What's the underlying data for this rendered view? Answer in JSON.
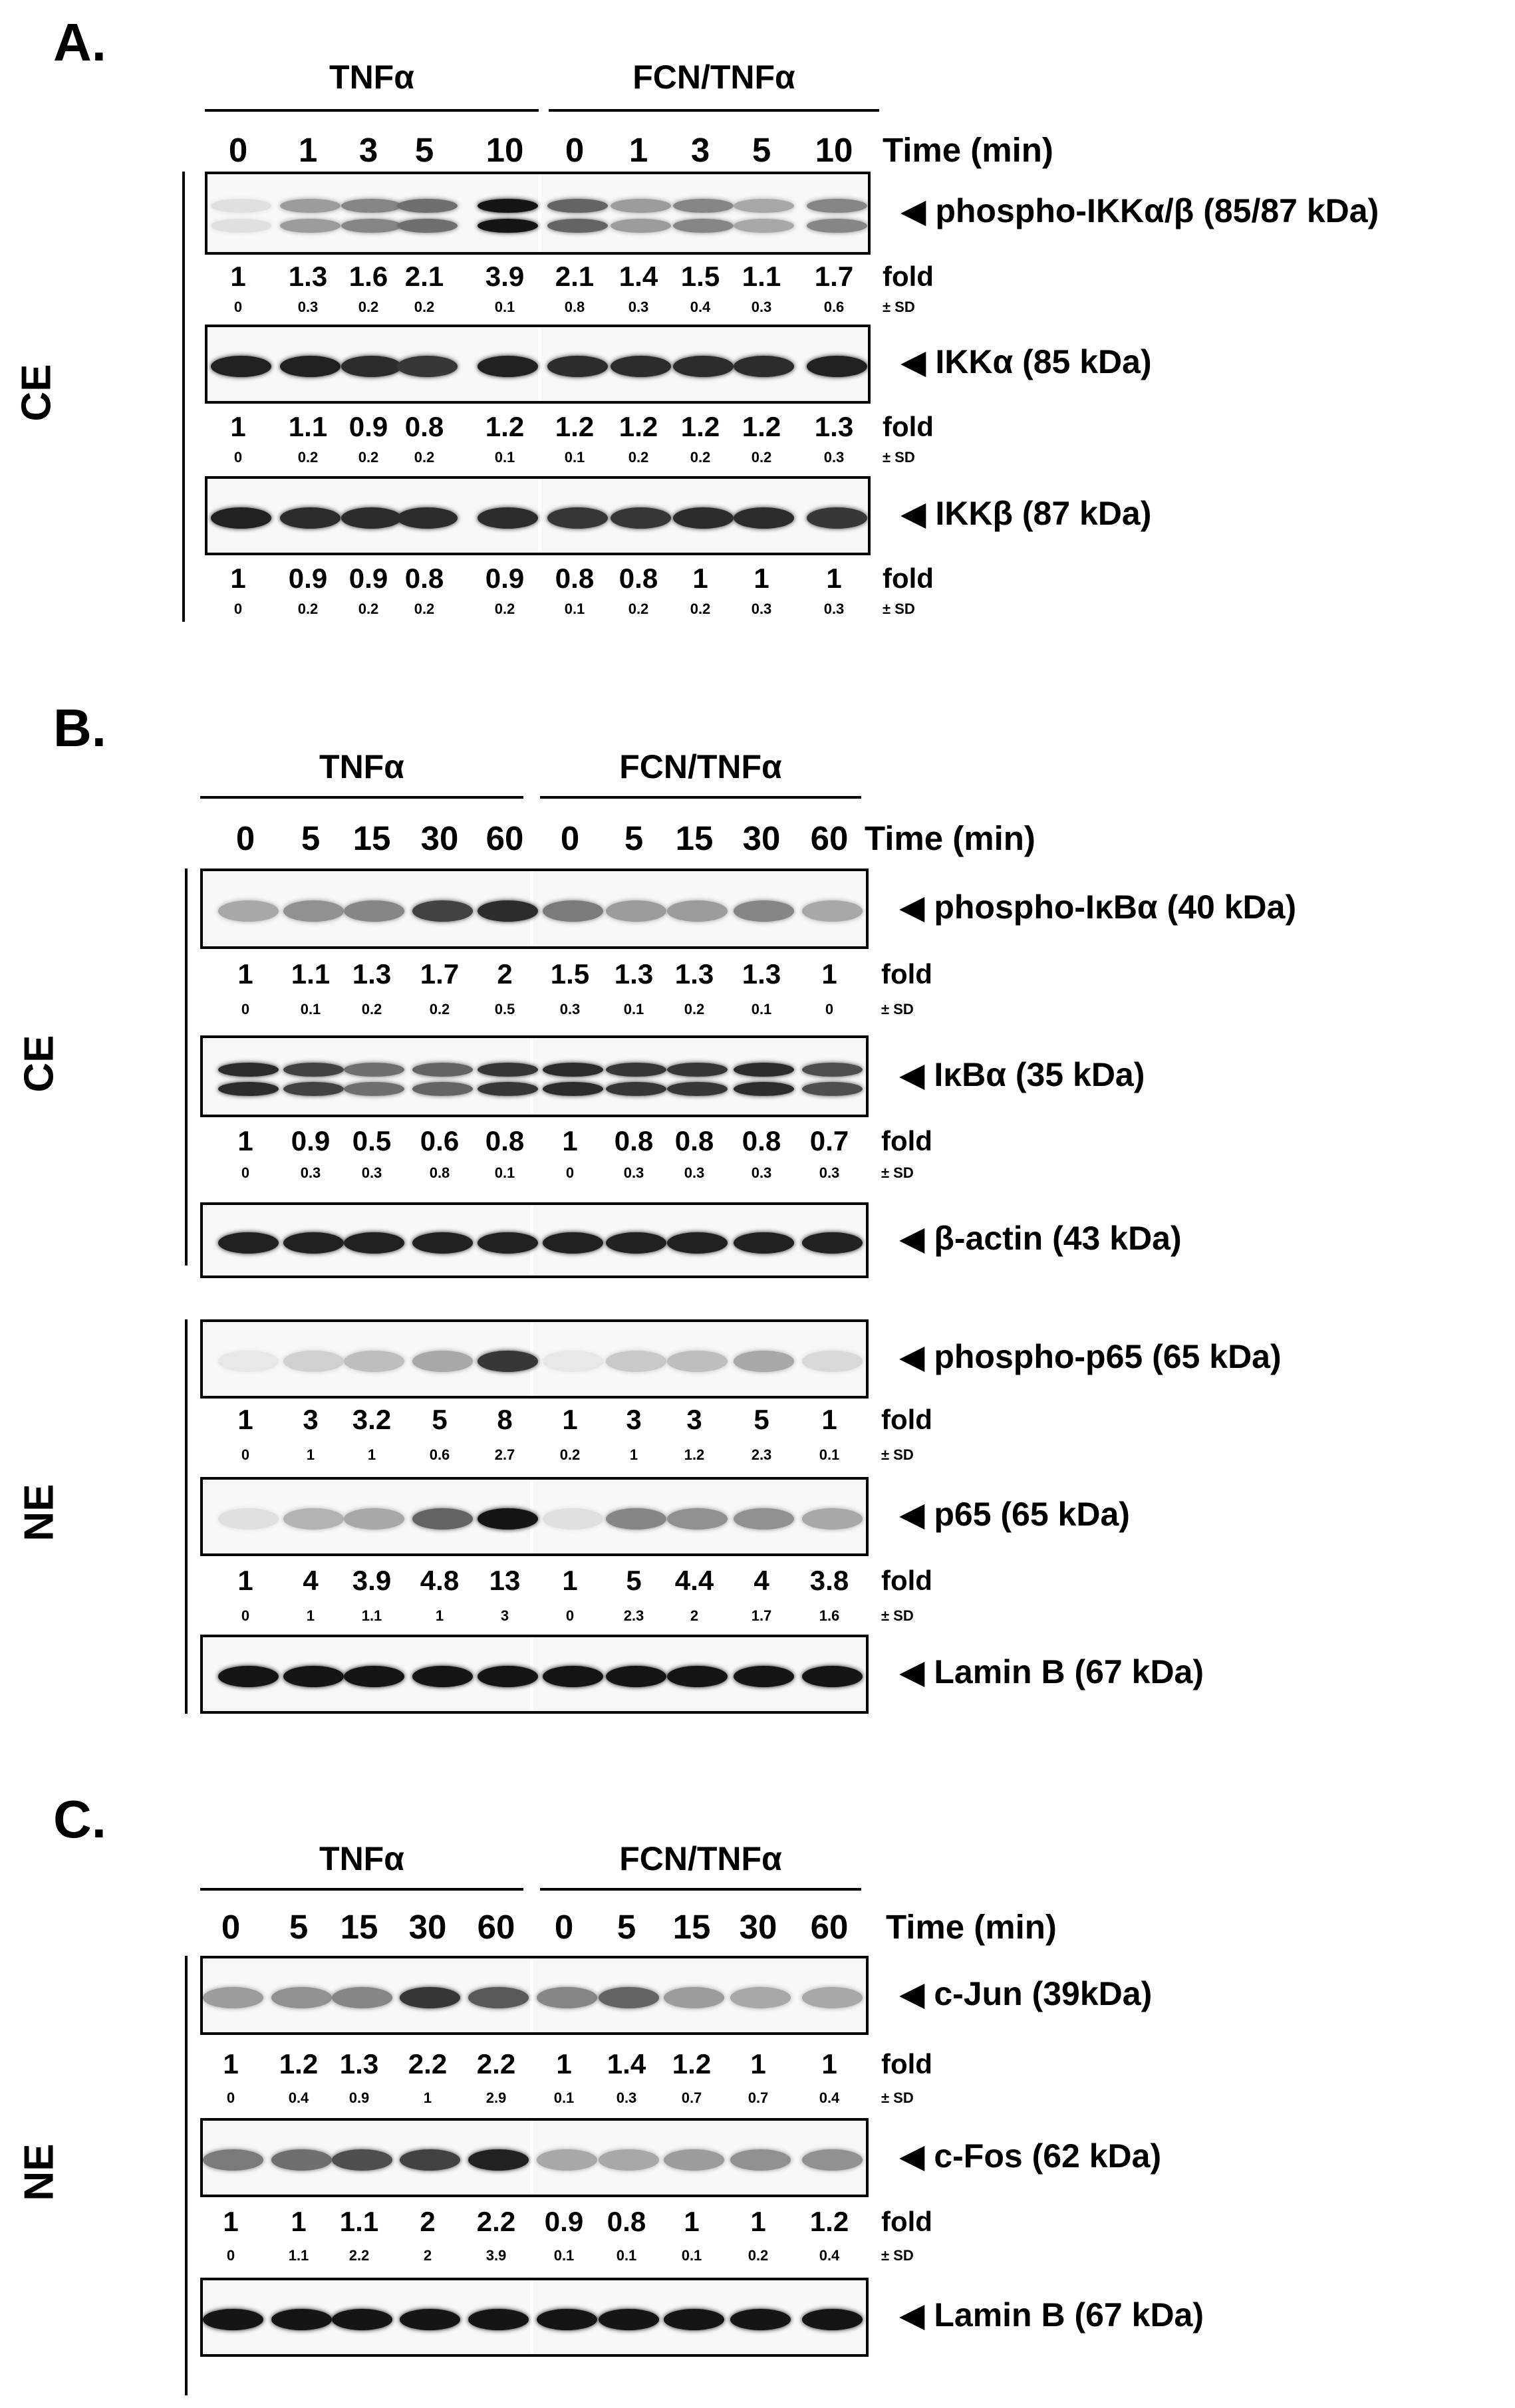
{
  "panels": [
    {
      "letter": "A.",
      "groups": [
        "TNFα",
        "FCN/TNFα"
      ],
      "times": [
        "0",
        "1",
        "3",
        "5",
        "10",
        "0",
        "1",
        "3",
        "5",
        "10"
      ],
      "time_label": "Time (min)",
      "section": "CE",
      "blots": [
        {
          "label": "◀ phospho-IKKα/β (85/87 kDa)",
          "intensity": [
            0.05,
            0.35,
            0.45,
            0.55,
            0.95,
            0.6,
            0.35,
            0.45,
            0.3,
            0.45
          ],
          "fold": [
            "1",
            "1.3",
            "1.6",
            "2.1",
            "3.9",
            "2.1",
            "1.4",
            "1.5",
            "1.1",
            "1.7"
          ],
          "sd": [
            "0",
            "0.3",
            "0.2",
            "0.2",
            "0.1",
            "0.8",
            "0.3",
            "0.4",
            "0.3",
            "0.6"
          ]
        },
        {
          "label": "◀ IKKα (85 kDa)",
          "intensity": [
            0.9,
            0.9,
            0.85,
            0.8,
            0.9,
            0.85,
            0.85,
            0.85,
            0.85,
            0.9
          ],
          "fold": [
            "1",
            "1.1",
            "0.9",
            "0.8",
            "1.2",
            "1.2",
            "1.2",
            "1.2",
            "1.2",
            "1.3"
          ],
          "sd": [
            "0",
            "0.2",
            "0.2",
            "0.2",
            "0.1",
            "0.1",
            "0.2",
            "0.2",
            "0.2",
            "0.3"
          ]
        },
        {
          "label": "◀ IKKβ (87 kDa)",
          "intensity": [
            0.9,
            0.85,
            0.85,
            0.85,
            0.85,
            0.8,
            0.8,
            0.85,
            0.85,
            0.8
          ],
          "fold": [
            "1",
            "0.9",
            "0.9",
            "0.8",
            "0.9",
            "0.8",
            "0.8",
            "1",
            "1",
            "1"
          ],
          "sd": [
            "0",
            "0.2",
            "0.2",
            "0.2",
            "0.2",
            "0.1",
            "0.2",
            "0.2",
            "0.3",
            "0.3"
          ]
        }
      ],
      "fold_label": "fold",
      "sd_label": "± SD"
    },
    {
      "letter": "B.",
      "groups": [
        "TNFα",
        "FCN/TNFα"
      ],
      "times": [
        "0",
        "5",
        "15",
        "30",
        "60",
        "0",
        "5",
        "15",
        "30",
        "60"
      ],
      "time_label": "Time (min)",
      "sections": [
        "CE",
        "NE"
      ],
      "blots": [
        {
          "label": "◀ phospho-IκBα (40 kDa)",
          "intensity": [
            0.3,
            0.4,
            0.45,
            0.75,
            0.85,
            0.5,
            0.35,
            0.35,
            0.45,
            0.3
          ],
          "fold": [
            "1",
            "1.1",
            "1.3",
            "1.7",
            "2",
            "1.5",
            "1.3",
            "1.3",
            "1.3",
            "1"
          ],
          "sd": [
            "0",
            "0.1",
            "0.2",
            "0.2",
            "0.5",
            "0.3",
            "0.1",
            "0.2",
            "0.1",
            "0"
          ]
        },
        {
          "label": "◀ IκBα (35 kDa)",
          "intensity": [
            0.85,
            0.75,
            0.55,
            0.6,
            0.8,
            0.85,
            0.8,
            0.8,
            0.85,
            0.7
          ],
          "fold": [
            "1",
            "0.9",
            "0.5",
            "0.6",
            "0.8",
            "1",
            "0.8",
            "0.8",
            "0.8",
            "0.7"
          ],
          "sd": [
            "0",
            "0.3",
            "0.3",
            "0.8",
            "0.1",
            "0",
            "0.3",
            "0.3",
            "0.3",
            "0.3"
          ]
        },
        {
          "label": "◀ β-actin (43 kDa)",
          "intensity": [
            0.9,
            0.9,
            0.9,
            0.9,
            0.9,
            0.9,
            0.9,
            0.9,
            0.9,
            0.9
          ],
          "fold": [],
          "sd": []
        },
        {
          "label": "◀ phospho-p65 (65 kDa)",
          "intensity": [
            0.02,
            0.12,
            0.2,
            0.3,
            0.8,
            0.02,
            0.15,
            0.2,
            0.3,
            0.08
          ],
          "fold": [
            "1",
            "3",
            "3.2",
            "5",
            "8",
            "1",
            "3",
            "3",
            "5",
            "1"
          ],
          "sd": [
            "0",
            "1",
            "1",
            "0.6",
            "2.7",
            "0.2",
            "1",
            "1.2",
            "2.3",
            "0.1"
          ]
        },
        {
          "label": "◀ p65 (65 kDa)",
          "intensity": [
            0.05,
            0.25,
            0.3,
            0.6,
            0.95,
            0.05,
            0.45,
            0.4,
            0.4,
            0.3
          ],
          "fold": [
            "1",
            "4",
            "3.9",
            "4.8",
            "13",
            "1",
            "5",
            "4.4",
            "4",
            "3.8"
          ],
          "sd": [
            "0",
            "1",
            "1.1",
            "1",
            "3",
            "0",
            "2.3",
            "2",
            "1.7",
            "1.6"
          ]
        },
        {
          "label": "◀ Lamin B (67 kDa)",
          "intensity": [
            0.95,
            0.95,
            0.95,
            0.95,
            0.95,
            0.95,
            0.95,
            0.95,
            0.95,
            0.95
          ],
          "fold": [],
          "sd": []
        }
      ],
      "fold_label": "fold",
      "sd_label": "± SD"
    },
    {
      "letter": "C.",
      "groups": [
        "TNFα",
        "FCN/TNFα"
      ],
      "times": [
        "0",
        "5",
        "15",
        "30",
        "60",
        "0",
        "5",
        "15",
        "30",
        "60"
      ],
      "time_label": "Time (min)",
      "section": "NE",
      "blots": [
        {
          "label": "◀ c-Jun (39kDa)",
          "intensity": [
            0.35,
            0.4,
            0.45,
            0.8,
            0.65,
            0.45,
            0.6,
            0.35,
            0.3,
            0.3
          ],
          "fold": [
            "1",
            "1.2",
            "1.3",
            "2.2",
            "2.2",
            "1",
            "1.4",
            "1.2",
            "1",
            "1"
          ],
          "sd": [
            "0",
            "0.4",
            "0.9",
            "1",
            "2.9",
            "0.1",
            "0.3",
            "0.7",
            "0.7",
            "0.4"
          ]
        },
        {
          "label": "◀ c-Fos (62 kDa)",
          "intensity": [
            0.5,
            0.55,
            0.7,
            0.75,
            0.9,
            0.3,
            0.3,
            0.35,
            0.4,
            0.4
          ],
          "fold": [
            "1",
            "1",
            "1.1",
            "2",
            "2.2",
            "0.9",
            "0.8",
            "1",
            "1",
            "1.2"
          ],
          "sd": [
            "0",
            "1.1",
            "2.2",
            "2",
            "3.9",
            "0.1",
            "0.1",
            "0.1",
            "0.2",
            "0.4"
          ]
        },
        {
          "label": "◀ Lamin B (67 kDa)",
          "intensity": [
            0.95,
            0.95,
            0.95,
            0.95,
            0.95,
            0.95,
            0.95,
            0.95,
            0.95,
            0.95
          ],
          "fold": [],
          "sd": []
        }
      ],
      "fold_label": "fold",
      "sd_label": "± SD"
    }
  ]
}
